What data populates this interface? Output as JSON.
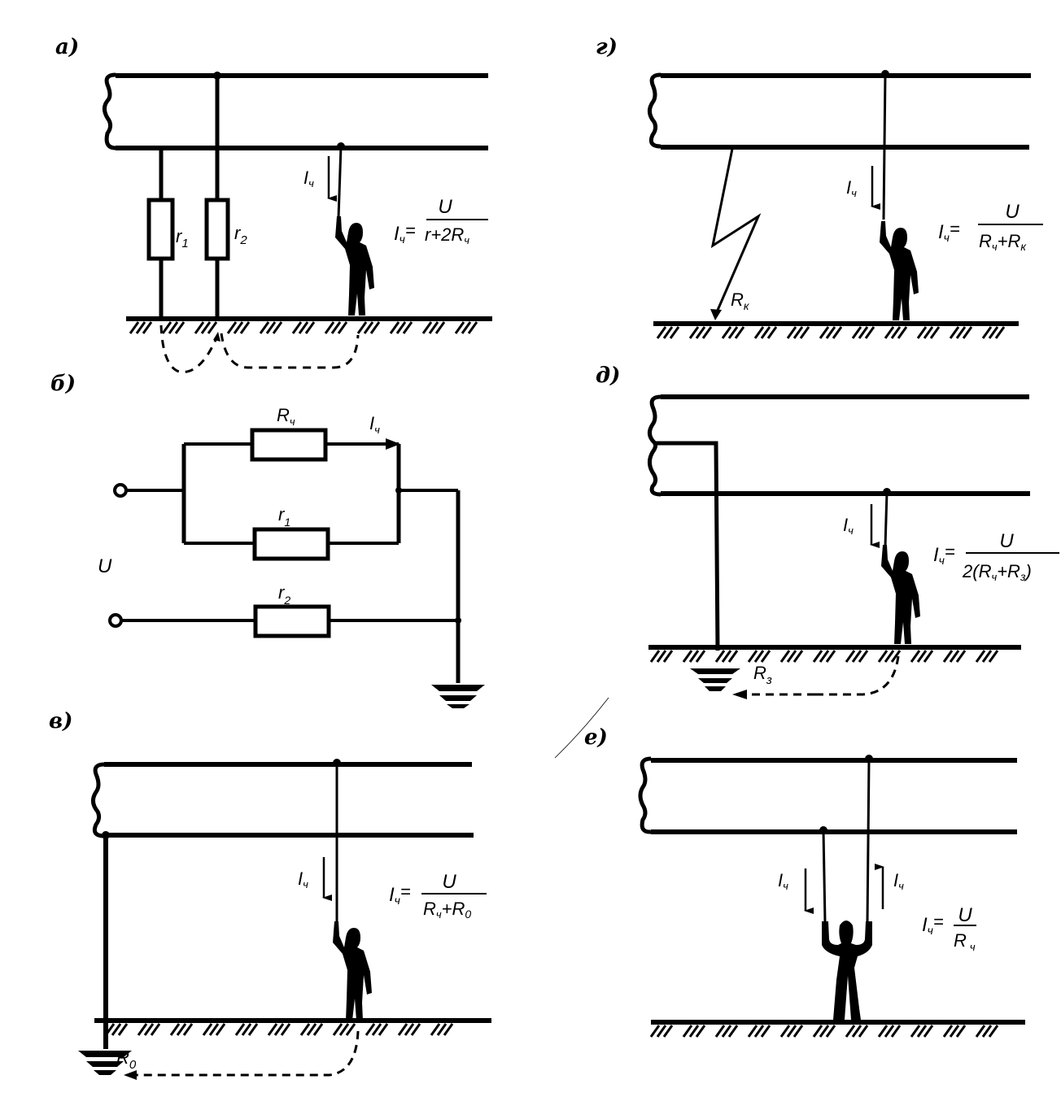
{
  "title": "Схемы прикосновения человека к проводам электрической сети",
  "colors": {
    "ink": "#000000",
    "paper": "#ffffff"
  },
  "panels": {
    "a": {
      "label": "а)",
      "current_symbol": "I",
      "current_sub": "ч",
      "resistors": [
        {
          "name": "r",
          "sub": "1"
        },
        {
          "name": "r",
          "sub": "2"
        }
      ],
      "formula": {
        "lhs": "I",
        "lhs_sub": "ч",
        "eq": "=",
        "num": "U",
        "den": "r+2R",
        "den_sub": "ч"
      }
    },
    "b": {
      "label": "б)",
      "voltage": "U",
      "resistors": [
        {
          "name": "R",
          "sub": "ч"
        },
        {
          "name": "r",
          "sub": "1"
        },
        {
          "name": "r",
          "sub": "2"
        }
      ],
      "current_symbol": "I",
      "current_sub": "ч"
    },
    "v": {
      "label": "в)",
      "current_symbol": "I",
      "current_sub": "ч",
      "ground_resistance": {
        "name": "R",
        "sub": "0"
      },
      "formula": {
        "lhs": "I",
        "lhs_sub": "ч",
        "eq": "=",
        "num": "U",
        "den_a": "R",
        "den_a_sub": "ч",
        "plus": "+",
        "den_b": "R",
        "den_b_sub": "0"
      }
    },
    "g": {
      "label": "г)",
      "current_symbol": "I",
      "current_sub": "ч",
      "fault_resistance": {
        "name": "R",
        "sub": "к"
      },
      "formula": {
        "lhs": "I",
        "lhs_sub": "ч",
        "eq": "=",
        "num": "U",
        "den_a": "R",
        "den_a_sub": "ч",
        "plus": "+",
        "den_b": "R",
        "den_b_sub": "к"
      }
    },
    "d": {
      "label": "д)",
      "current_symbol": "I",
      "current_sub": "ч",
      "ground_resistance": {
        "name": "R",
        "sub": "з"
      },
      "formula": {
        "lhs": "I",
        "lhs_sub": "ч",
        "eq": "=",
        "num": "U",
        "den_pre": "2(",
        "den_a": "R",
        "den_a_sub": "ч",
        "plus": "+",
        "den_b": "R",
        "den_b_sub": "з",
        "den_post": ")"
      }
    },
    "e": {
      "label": "е)",
      "current_symbol": "I",
      "current_sub": "ч",
      "formula": {
        "lhs": "I",
        "lhs_sub": "ч",
        "eq": "=",
        "num": "U",
        "den": "R",
        "den_sub": "ч"
      }
    }
  }
}
